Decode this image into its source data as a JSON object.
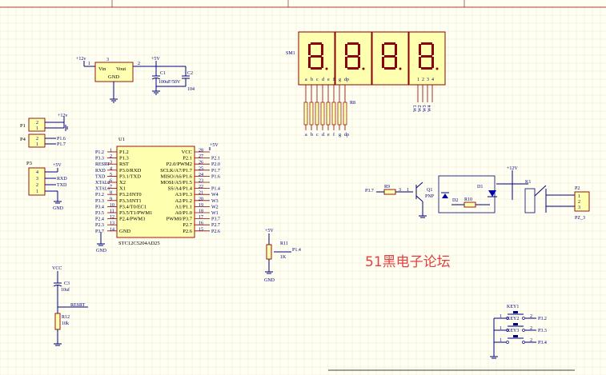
{
  "regulator": {
    "vin": "Vin",
    "vout": "Vout",
    "gnd": "GND",
    "pin1": "1",
    "pin2": "2",
    "pin3": "3",
    "in_net": "+12v",
    "out_net": "+5V",
    "c1": "C1",
    "c1_val": "100uF/50V",
    "c2": "C2",
    "c2_val": "104"
  },
  "display": {
    "ref": "SM1",
    "digit_pins": [
      "a",
      "b",
      "c",
      "d",
      "e",
      "f",
      "g",
      "dp"
    ],
    "com_pins": [
      "1",
      "2",
      "3",
      "4"
    ],
    "res_ref": "R8",
    "res_pins": [
      "a",
      "b",
      "c",
      "d",
      "e",
      "f",
      "g",
      "dp"
    ],
    "wires": [
      "W1",
      "W2",
      "W3",
      "W4"
    ]
  },
  "p1": {
    "ref": "P1",
    "pins": [
      "2",
      "1"
    ],
    "net": "+12v"
  },
  "p4": {
    "ref": "P4",
    "pins": [
      "2",
      "1"
    ],
    "nets": [
      "P1.6",
      "P1.7"
    ]
  },
  "p3": {
    "ref": "P3",
    "pins": [
      "4",
      "3",
      "2",
      "1"
    ],
    "nets": [
      "+5V",
      "RXD",
      "TXD"
    ],
    "gnd": "GND"
  },
  "mcu": {
    "ref": "U1",
    "part": "STC12C5204AD25",
    "vcc_net": "+5V",
    "gnd_net": "GND",
    "left_pins": [
      {
        "num": "1",
        "name": "P1.2",
        "net": "P1.2"
      },
      {
        "num": "2",
        "name": "P1.3",
        "net": "P3.3"
      },
      {
        "num": "3",
        "name": "RST",
        "net": "RESRT"
      },
      {
        "num": "4",
        "name": "P3.0/RXD",
        "net": "RXD"
      },
      {
        "num": "5",
        "name": "P3.1/TXD",
        "net": "TXD"
      },
      {
        "num": "6",
        "name": "X2",
        "net": "XTAL2"
      },
      {
        "num": "7",
        "name": "X1",
        "net": "XTAL1"
      },
      {
        "num": "8",
        "name": "P3.2/INT0",
        "net": "P3.2"
      },
      {
        "num": "9",
        "name": "P3.3/INT1",
        "net": "P3.3"
      },
      {
        "num": "10",
        "name": "P3.4/T0/EC1",
        "net": "P3.4"
      },
      {
        "num": "11",
        "name": "P3.5/T1/PWM1",
        "net": "P3.5"
      },
      {
        "num": "12",
        "name": "P2.4/PWM3",
        "net": "P2.4"
      },
      {
        "num": "13",
        "name": "",
        "net": "P2.3"
      },
      {
        "num": "14",
        "name": "GND",
        "net": "P3.7"
      }
    ],
    "right_pins": [
      {
        "num": "28",
        "name": "VCC",
        "net": ""
      },
      {
        "num": "27",
        "name": "P2.1",
        "net": "P2.1"
      },
      {
        "num": "26",
        "name": "P2.0/PWM2",
        "net": "P2.0"
      },
      {
        "num": "25",
        "name": "SCLK/A7/P1.7",
        "net": "P1.7"
      },
      {
        "num": "24",
        "name": "MISO/A6/P1.6",
        "net": "P1.6"
      },
      {
        "num": "23",
        "name": "MOSI/A5/P1.5",
        "net": ""
      },
      {
        "num": "22",
        "name": "SS/A4/P1.4",
        "net": "P1.4"
      },
      {
        "num": "21",
        "name": "A3/P1.3",
        "net": "W4"
      },
      {
        "num": "20",
        "name": "A2/P1.2",
        "net": "W3"
      },
      {
        "num": "19",
        "name": "A1/P1.1",
        "net": "W2"
      },
      {
        "num": "18",
        "name": "A0/P1.0",
        "net": "W1"
      },
      {
        "num": "17",
        "name": "PWM0/P3.7",
        "net": "P3.7"
      },
      {
        "num": "16",
        "name": "P2.7",
        "net": "P2.7"
      },
      {
        "num": "15",
        "name": "P2.6",
        "net": "P2.6"
      }
    ]
  },
  "relay": {
    "in_net": "P3.7",
    "r9": "R9",
    "q1": "Q1",
    "q1_type": "PNP",
    "q_pins": [
      "3",
      "1"
    ],
    "d2": "D2",
    "d1": "D1",
    "r10": "R10",
    "k1": "K1",
    "supply": "+12V",
    "p2": "P2",
    "p2_label": "PZ_3",
    "p2_pins": [
      "1",
      "2",
      "3"
    ]
  },
  "pot": {
    "ref": "R11",
    "val": "1K",
    "net": "P1.4",
    "supply": "+5V",
    "gnd": "GND"
  },
  "reset": {
    "vcc": "VCC",
    "c3": "C3",
    "c3_val": "10uf",
    "net": "RESRT",
    "r12": "R12",
    "r12_val": "10k"
  },
  "keys": {
    "k1": "KEY1",
    "k2": "KEY2",
    "k3": "KEY3",
    "nets": [
      "P3.2",
      "P3.3",
      "P3.4"
    ],
    "pin1": "1",
    "pin2": "2"
  },
  "watermark": "51黑电子论坛"
}
